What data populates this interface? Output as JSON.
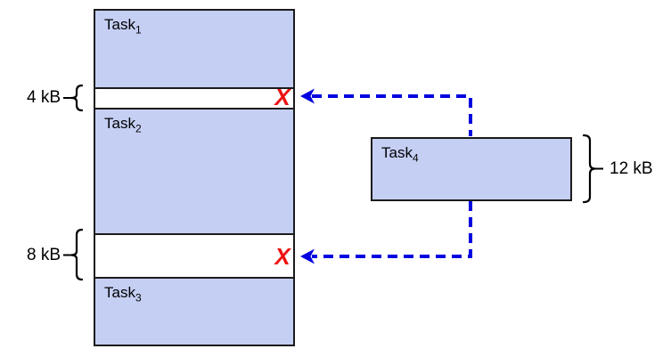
{
  "diagram": {
    "title_hint": "memory fragmentation: pending task cannot fit into free gaps",
    "memory_blocks": [
      {
        "label": "Task",
        "sub": "1"
      },
      {
        "label": "Task",
        "sub": "2"
      },
      {
        "label": "Task",
        "sub": "3"
      }
    ],
    "gaps": [
      {
        "size": "4 kB",
        "mark": "X"
      },
      {
        "size": "8 kB",
        "mark": "X"
      }
    ],
    "incoming": {
      "label": "Task",
      "sub": "4",
      "size": "12 kB"
    }
  },
  "colors": {
    "block_fill": "#c5cff4",
    "block_border": "#1b1b1b",
    "arrow_blue": "#0000e0",
    "cross_red": "#ee1111",
    "text_black": "#000000"
  }
}
